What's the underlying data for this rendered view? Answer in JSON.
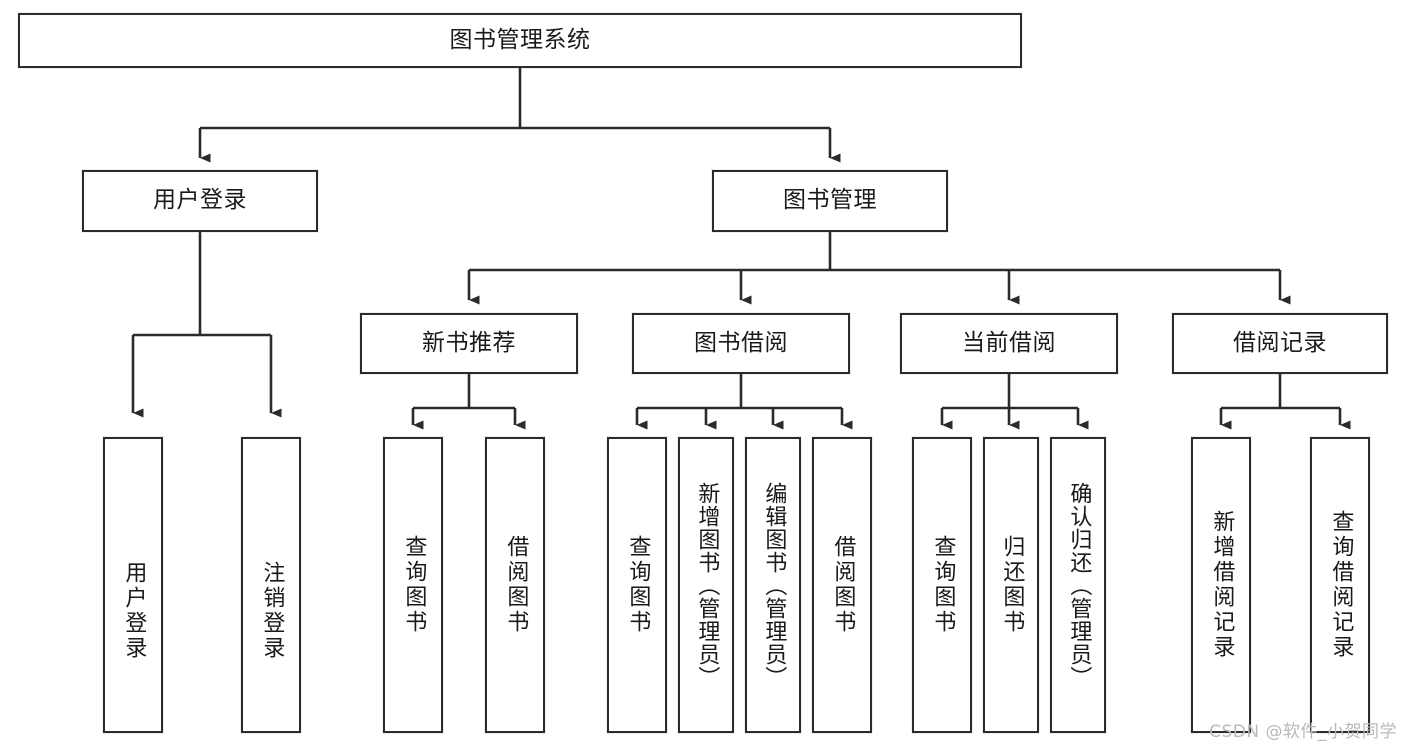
{
  "diagram": {
    "title": "图书管理系统",
    "type": "tree",
    "watermark": "CSDN @软件_小贺同学",
    "colors": {
      "box_border": "#2b2b2b",
      "box_fill": "#ffffff",
      "line": "#2b2b2b",
      "text": "#1a1a1a",
      "watermark": "#b9b9bd"
    },
    "nodes": {
      "root": {
        "label": "图书管理系统",
        "level": 1,
        "orientation": "horizontal"
      },
      "l2": [
        {
          "id": "user-login",
          "label": "用户登录",
          "level": 2,
          "orientation": "horizontal"
        },
        {
          "id": "book-manage",
          "label": "图书管理",
          "level": 2,
          "orientation": "horizontal"
        }
      ],
      "l3": [
        {
          "id": "new-book-recommend",
          "label": "新书推荐",
          "level": 3,
          "orientation": "horizontal"
        },
        {
          "id": "book-borrow",
          "label": "图书借阅",
          "level": 3,
          "orientation": "horizontal"
        },
        {
          "id": "current-borrow",
          "label": "当前借阅",
          "level": 3,
          "orientation": "horizontal"
        },
        {
          "id": "borrow-record",
          "label": "借阅记录",
          "level": 3,
          "orientation": "horizontal"
        }
      ],
      "leaves": [
        {
          "id": "leaf-user-login",
          "label": "用户登录",
          "parent": "user-login",
          "orientation": "vertical"
        },
        {
          "id": "leaf-user-logout",
          "label": "注销登录",
          "parent": "user-login",
          "orientation": "vertical"
        },
        {
          "id": "leaf-query-book-1",
          "label": "查询图书",
          "parent": "new-book-recommend",
          "orientation": "vertical"
        },
        {
          "id": "leaf-borrow-book-1",
          "label": "借阅图书",
          "parent": "new-book-recommend",
          "orientation": "vertical"
        },
        {
          "id": "leaf-query-book-2",
          "label": "查询图书",
          "parent": "book-borrow",
          "orientation": "vertical"
        },
        {
          "id": "leaf-add-book",
          "label": "新增图书（管理员）",
          "parent": "book-borrow",
          "orientation": "vertical"
        },
        {
          "id": "leaf-edit-book",
          "label": "编辑图书（管理员）",
          "parent": "book-borrow",
          "orientation": "vertical"
        },
        {
          "id": "leaf-borrow-book-2",
          "label": "借阅图书",
          "parent": "book-borrow",
          "orientation": "vertical"
        },
        {
          "id": "leaf-query-book-3",
          "label": "查询图书",
          "parent": "current-borrow",
          "orientation": "vertical"
        },
        {
          "id": "leaf-return-book",
          "label": "归还图书",
          "parent": "current-borrow",
          "orientation": "vertical"
        },
        {
          "id": "leaf-confirm-return",
          "label": "确认归还（管理员）",
          "parent": "current-borrow",
          "orientation": "vertical"
        },
        {
          "id": "leaf-add-record",
          "label": "新增借阅记录",
          "parent": "borrow-record",
          "orientation": "vertical"
        },
        {
          "id": "leaf-query-record",
          "label": "查询借阅记录",
          "parent": "borrow-record",
          "orientation": "vertical"
        }
      ]
    }
  }
}
